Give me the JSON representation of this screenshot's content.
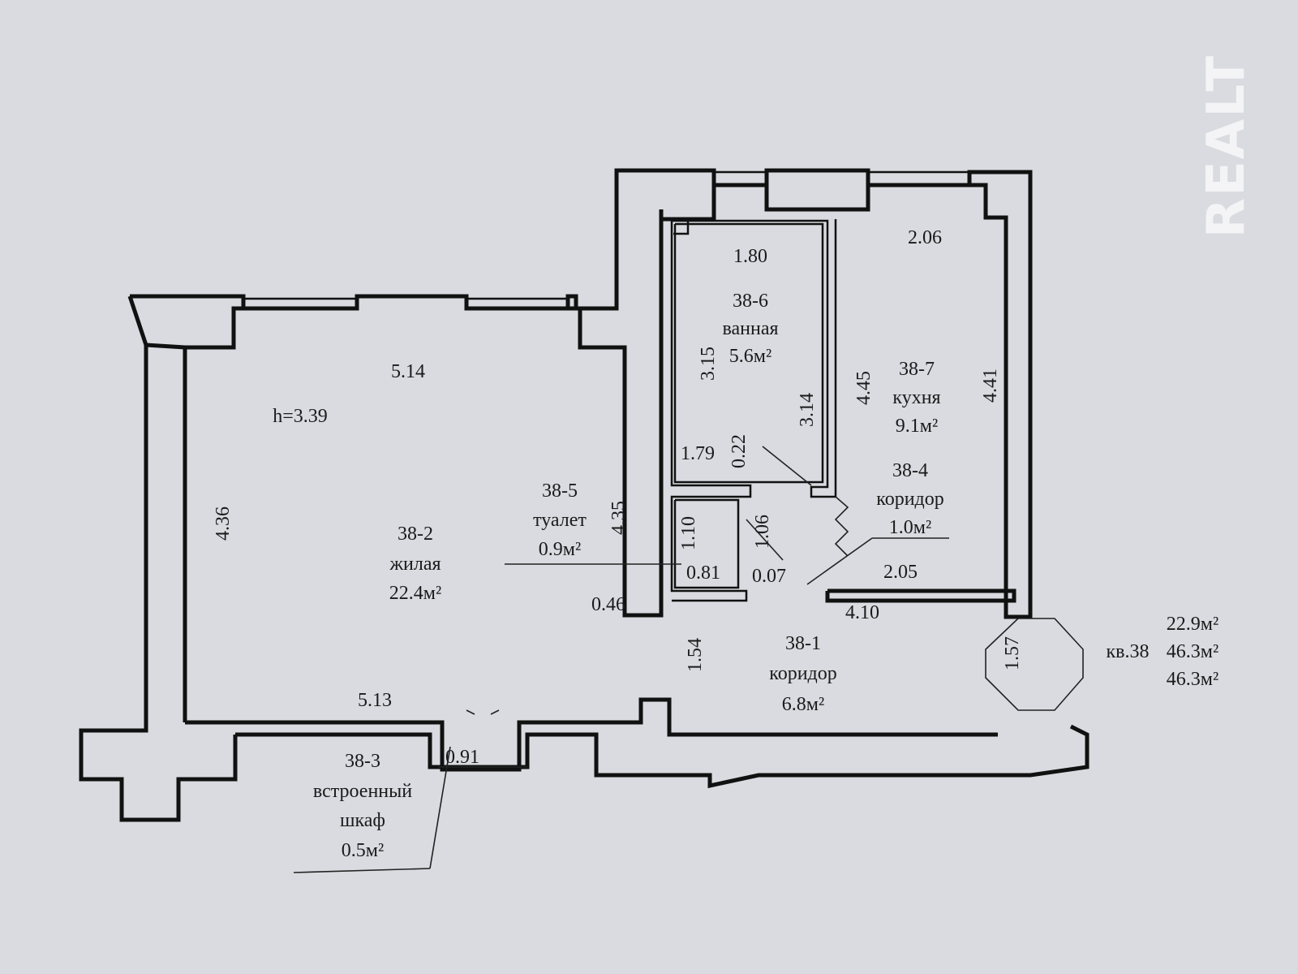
{
  "watermark": "REALT",
  "ceiling_height": "h=3.39",
  "rooms": [
    {
      "id": "38-1",
      "name": "коридор",
      "area": "6.8м²"
    },
    {
      "id": "38-2",
      "name": "жилая",
      "area": "22.4м²"
    },
    {
      "id": "38-3",
      "name": "встроенный",
      "name2": "шкаф",
      "area": "0.5м²"
    },
    {
      "id": "38-4",
      "name": "коридор",
      "area": "1.0м²"
    },
    {
      "id": "38-5",
      "name": "туалет",
      "area": "0.9м²"
    },
    {
      "id": "38-6",
      "name": "ванная",
      "area": "5.6м²"
    },
    {
      "id": "38-7",
      "name": "кухня",
      "area": "9.1м²"
    }
  ],
  "dimensions": {
    "living_top": "5.14",
    "living_bottom": "5.13",
    "living_left": "4.36",
    "living_right": "4.35",
    "wall_046": "0.46",
    "bath_top": "1.80",
    "bath_left": "3.15",
    "bath_right": "3.14",
    "bath_bottom": "1.79",
    "d022": "0.22",
    "wc_left": "1.10",
    "wc_bottom": "0.81",
    "wc_diag": "1.06",
    "d007": "0.07",
    "kitchen_top": "2.06",
    "kitchen_left": "4.45",
    "kitchen_right": "4.41",
    "corr4_width": "2.05",
    "corr1_top": "4.10",
    "corr1_left": "1.54",
    "corr1_right": "1.57",
    "closet_width": "0.91"
  },
  "summary": {
    "apartment": "кв.38",
    "living_area": "22.9м²",
    "total_area": "46.3м²",
    "total_area_2": "46.3м²"
  }
}
